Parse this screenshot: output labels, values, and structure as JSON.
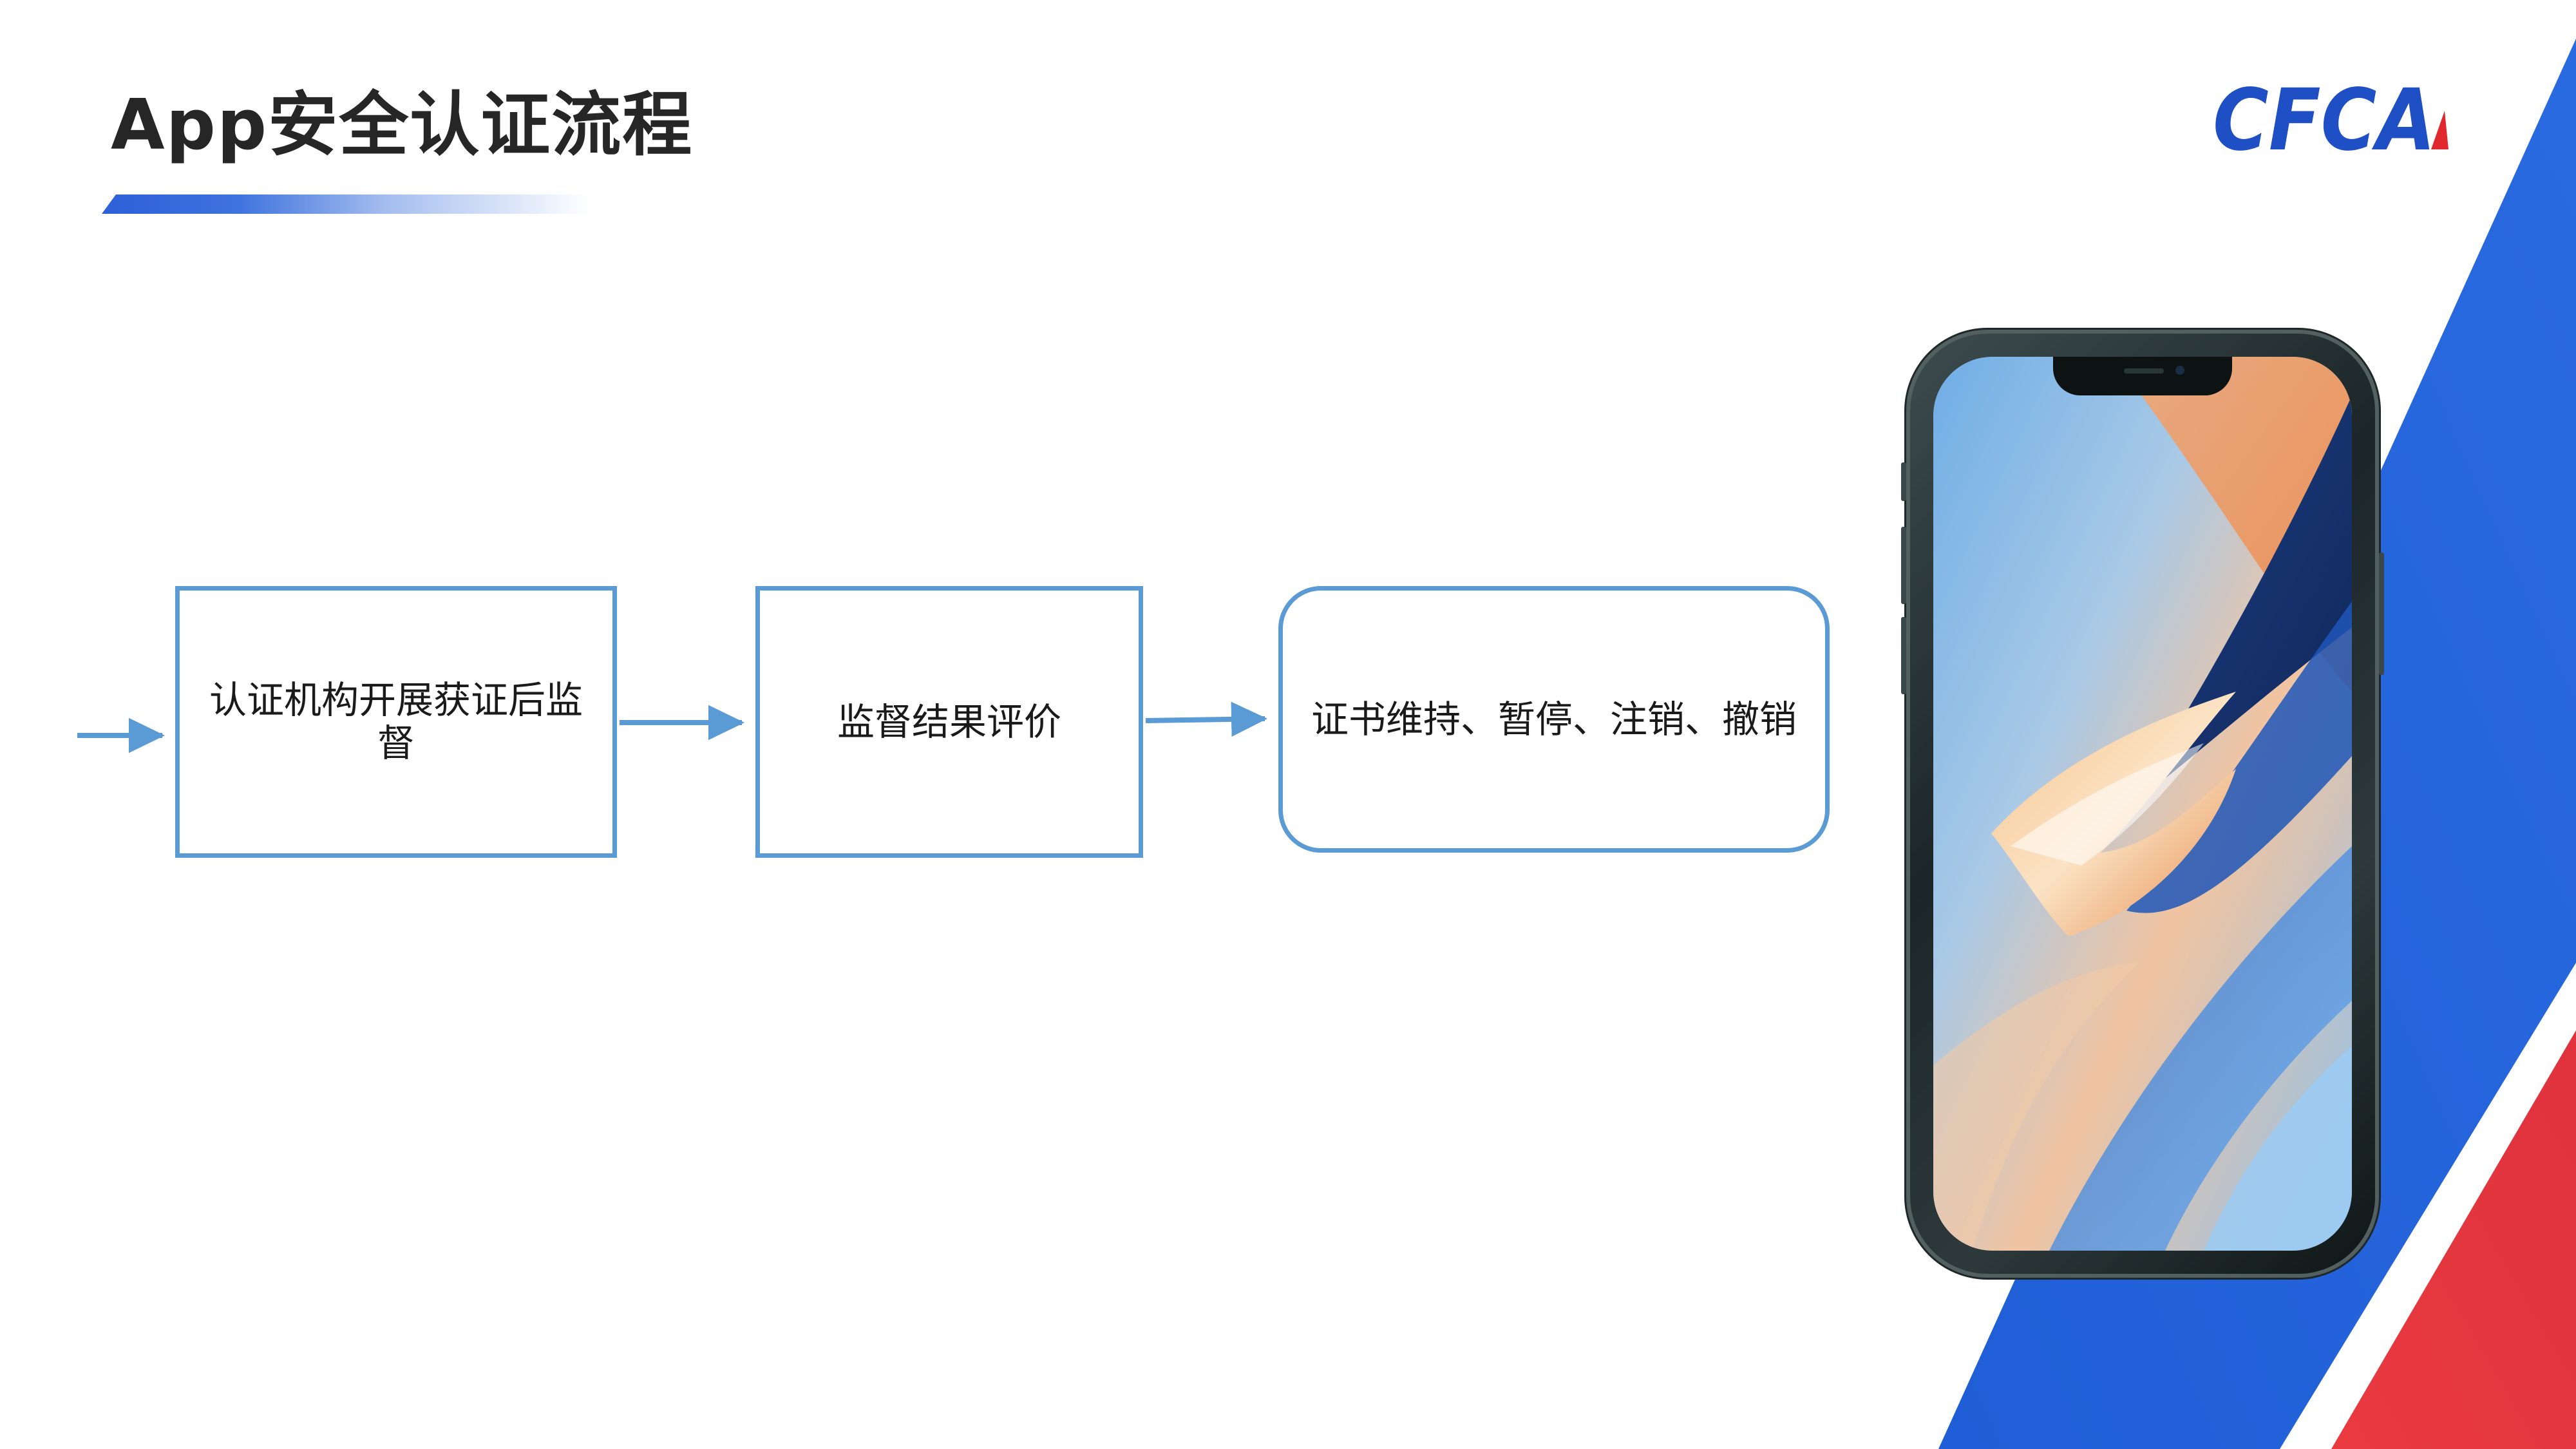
{
  "title": "App安全认证流程",
  "logo": {
    "text": "CFCA",
    "text_color": "#1f4fc4",
    "accent_color": "#e0282e"
  },
  "flow": {
    "steps": [
      {
        "label": "认证机构开展获证后监督",
        "shape": "rectangle"
      },
      {
        "label": "监督结果评价",
        "shape": "rectangle"
      },
      {
        "label": "证书维持、暂停、注销、撤销",
        "shape": "rounded-rectangle"
      }
    ],
    "box_border_color": "#5b9bd5",
    "arrow_color": "#5b9bd5"
  },
  "decor": {
    "stripe_blue": "#2263d6",
    "stripe_red": "#e23640",
    "underline_color": "#2d5fd7"
  },
  "icons": {
    "phone": "smartphone-mockup"
  }
}
